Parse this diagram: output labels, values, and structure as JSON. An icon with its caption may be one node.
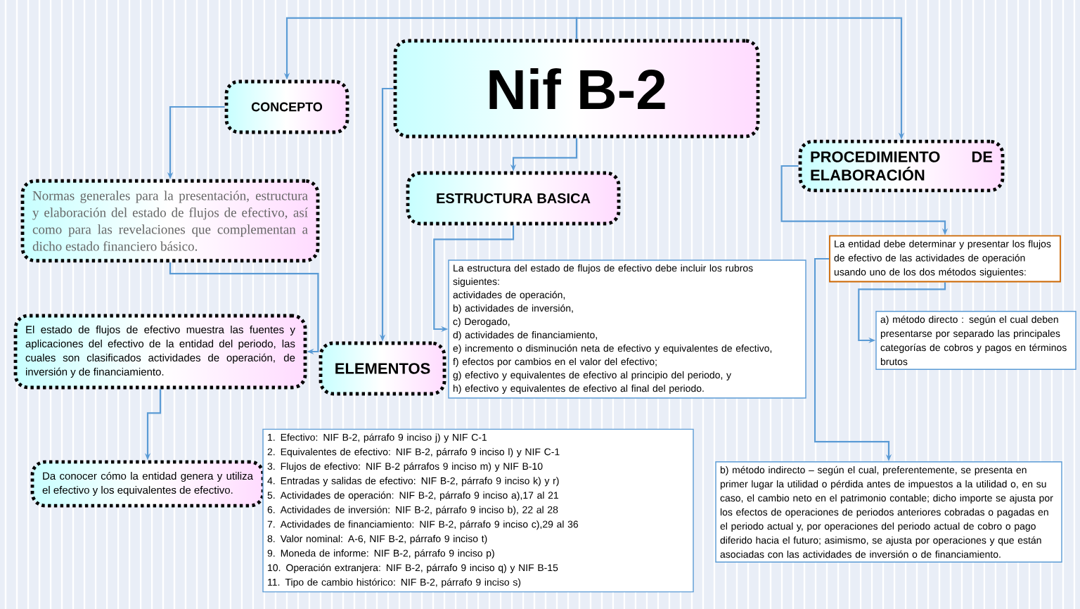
{
  "diagram": {
    "nodes": [
      {
        "text": [
          "Nif B-2"
        ]
      },
      {
        "text": [
          "CONCEPTO"
        ]
      },
      {
        "text": [
          "Normas generales para la presentación, estructura y elaboración del estado de flujos de efectivo, así como para las revelaciones que complementan a dicho estado financiero básico."
        ]
      },
      {
        "text": [
          "El estado de flujos de efectivo muestra las fuentes y aplicaciones del efectivo de la entidad del periodo, las cuales son clasificados actividades de operación, de inversión y de financiamiento."
        ]
      },
      {
        "text": [
          "Da conocer cómo la entidad genera y utiliza el efectivo y los equivalentes de efectivo."
        ]
      },
      {
        "text": [
          "ESTRUCTURA BASICA"
        ]
      },
      {
        "text": [
          "ELEMENTOS"
        ]
      },
      {
        "text": [
          "La estructura del estado de flujos de efectivo debe incluir los rubros siguientes:",
          "actividades de operación,",
          "b) actividades de inversión,",
          "c) Derogado,",
          "d) actividades de financiamiento,",
          "e) incremento o disminución neta de efectivo y equivalentes de efectivo,",
          "f) efectos por cambios en el valor del efectivo;",
          "g) efectivo y equivalentes de efectivo al principio del periodo, y",
          "h) efectivo y equivalentes de efectivo al final del periodo."
        ]
      },
      {
        "text": [
          "1. Efectivo: NIF B-2, párrafo 9 inciso j) y NIF C-1",
          "2. Equivalentes de efectivo: NIF B-2, párrafo 9 inciso l) y NIF C-1",
          "3. Flujos de efectivo: NIF B-2 párrafos 9 inciso m) y NIF B-10",
          "4. Entradas y salidas de efectivo: NIF B-2, párrafo 9 inciso k) y r)",
          "5. Actividades de operación: NIF B-2, párrafo 9 inciso a),17 al 21",
          "6. Actividades de inversión: NIF B-2, párrafo 9 inciso b), 22 al 28",
          "7. Actividades de financiamiento: NIF B-2, párrafo 9 inciso c),29 al 36",
          "8. Valor nominal: A-6, NIF B-2, párrafo 9 inciso t)",
          "9. Moneda de informe: NIF B-2, párrafo 9 inciso p)",
          "10. Operación extranjera: NIF B-2, párrafo 9 inciso q) y NIF B-15",
          "11. Tipo de cambio histórico: NIF B-2, párrafo 9 inciso s)"
        ]
      },
      {
        "text": [
          "PROCEDIMIENTO DE ELABORACIÓN"
        ]
      },
      {
        "text": [
          "La entidad debe determinar y presentar los flujos de efectivo de las actividades de operación usando uno de los dos métodos siguientes:"
        ]
      },
      {
        "text": [
          "a) método directo : según el cual deben presentarse por separado las principales categorías de cobros y pagos en términos brutos"
        ]
      },
      {
        "text": [
          "b) método indirecto – según el cual, preferentemente, se presenta en primer lugar la utilidad o pérdida antes de impuestos a la utilidad o, en su caso, el cambio neto en el patrimonio contable; dicho importe se ajusta por los efectos de operaciones de periodos anteriores cobradas o pagadas en el periodo actual y, por operaciones del periodo actual de cobro o pago diferido hacia el futuro; asimismo, se ajusta por operaciones y que están asociadas con las actividades de inversión o de financiamiento."
        ]
      }
    ],
    "edges": [
      {
        "from": 0,
        "to": 1,
        "arrow": "to"
      },
      {
        "from": 0,
        "to": 9,
        "arrow": "to"
      },
      {
        "from": 0,
        "to": 5,
        "arrow": "to"
      },
      {
        "from": 0,
        "to": 6,
        "arrow": "to"
      },
      {
        "from": 1,
        "to": 2,
        "arrow": "to"
      },
      {
        "from": 2,
        "to": 3,
        "arrow": "to"
      },
      {
        "from": 3,
        "to": 4,
        "arrow": "to"
      },
      {
        "from": 5,
        "to": 7,
        "arrow": "to"
      },
      {
        "from": 9,
        "to": 10,
        "arrow": "to"
      },
      {
        "from": 10,
        "to": 11,
        "arrow": "to"
      },
      {
        "from": 10,
        "to": 12,
        "arrow": "to"
      }
    ]
  }
}
